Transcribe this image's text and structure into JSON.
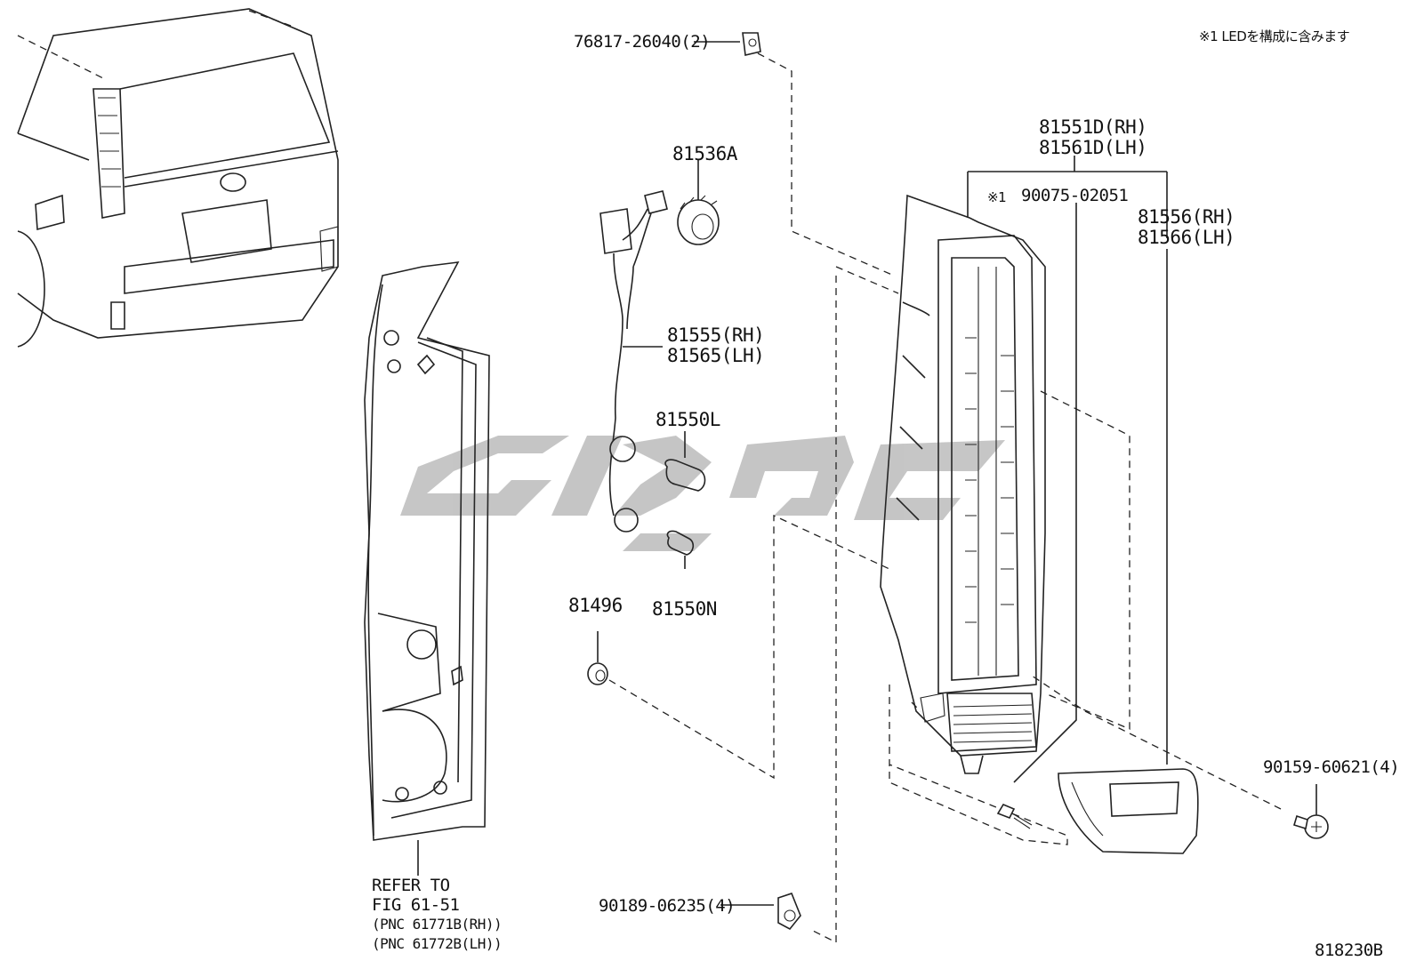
{
  "note": "※1 LEDを構成に含みます",
  "figure_id": "818230B",
  "watermark": "GAC",
  "parts": {
    "p76817": "76817-26040(2)",
    "p81536a": "81536A",
    "p81555": [
      "81555(RH)",
      "81565(LH)"
    ],
    "p81550l": "81550L",
    "p81550n": "81550N",
    "p81496": "81496",
    "p81551d": [
      "81551D(RH)",
      "81561D(LH)"
    ],
    "p90075": "90075-02051",
    "p90075_mark": "※1",
    "p81556": [
      "81556(RH)",
      "81566(LH)"
    ],
    "p90159": "90159-60621(4)",
    "p90189": "90189-06235(4)"
  },
  "refer": {
    "line1": "REFER TO",
    "line2": "FIG 61-51",
    "line3": "(PNC 61771B(RH))",
    "line4": "(PNC 61772B(LH))"
  }
}
